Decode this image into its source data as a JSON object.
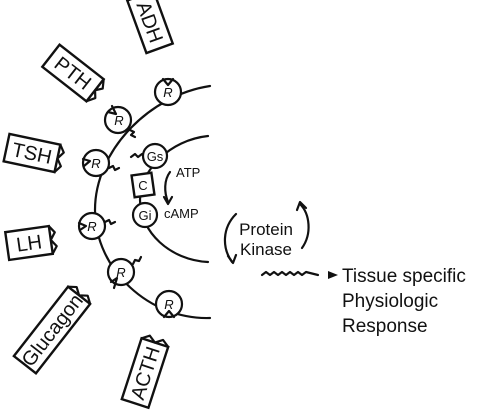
{
  "hormones": {
    "adh": "ADH",
    "pth": "PTH",
    "tsh": "TSH",
    "lh": "LH",
    "glucagon": "Glucagon",
    "acth": "ACTH"
  },
  "receptor_label": "R",
  "gs_label": "Gs",
  "gi_label": "Gi",
  "c_label": "C",
  "atp_label": "ATP",
  "camp_label": "cAMP",
  "kinase_line1": "Protein",
  "kinase_line2": "Kinase",
  "response_line1": "Tissue specific",
  "response_line2": "Physiologic",
  "response_line3": "Response"
}
